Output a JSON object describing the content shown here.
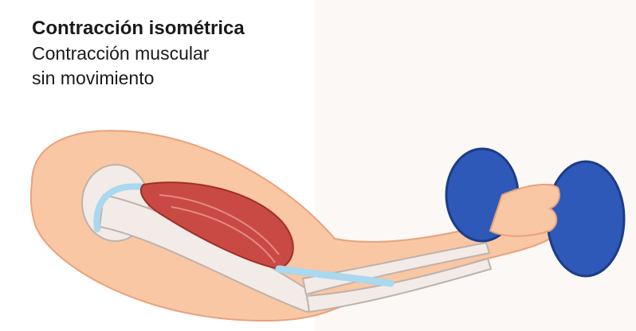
{
  "caption": {
    "title": "Contracción isométrica",
    "line1": "Contracción muscular",
    "line2": "sin movimiento"
  },
  "colors": {
    "skin": "#f9c7a3",
    "skin_outline": "#e8a27e",
    "muscle": "#c94a44",
    "bone": "#f2ebe7",
    "tendon": "#a9d8ef",
    "dumbbell": "#2f59b8"
  },
  "icons": [
    "upper-arm-illustration",
    "biceps-muscle",
    "humerus-bone",
    "forearm-bones",
    "dumbbell-icon",
    "hand"
  ]
}
